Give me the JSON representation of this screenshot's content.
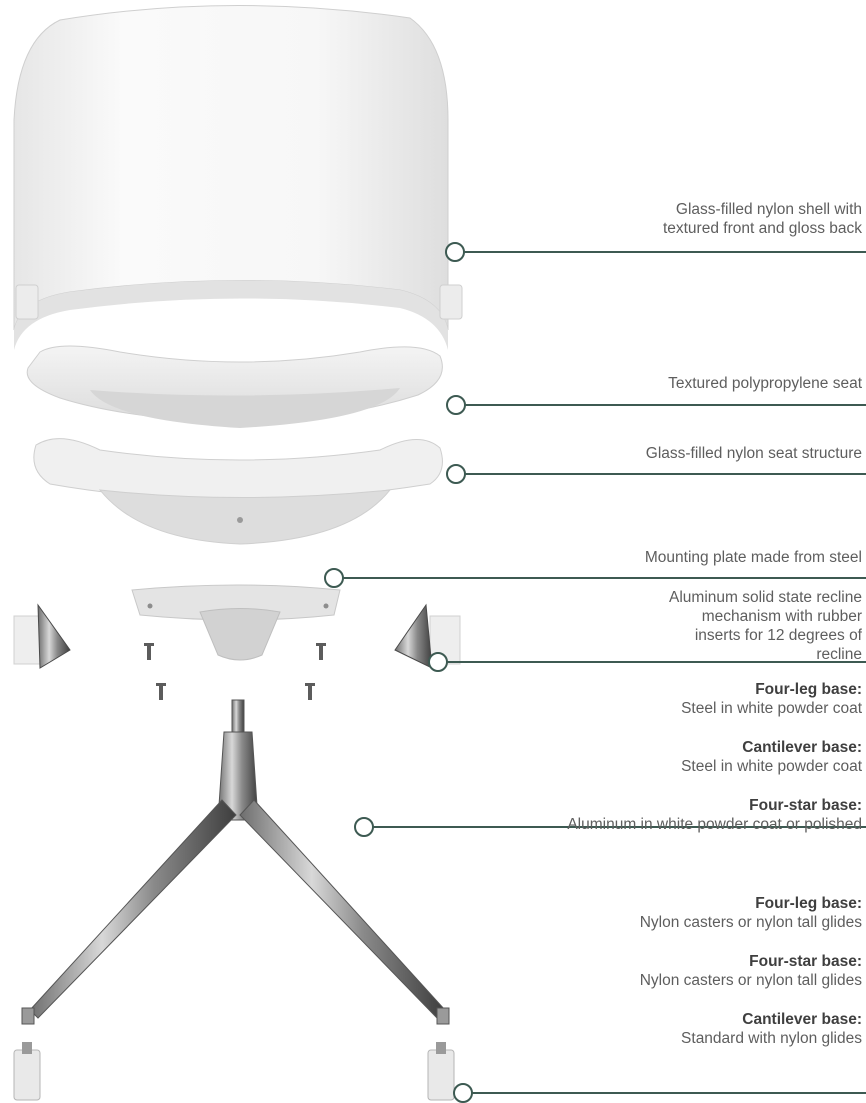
{
  "accent_color": "#3d5a52",
  "callouts": [
    {
      "id": "shell",
      "lines": [
        "Glass-filled nylon shell with",
        "textured front and gloss back"
      ]
    },
    {
      "id": "seat",
      "lines": [
        "Textured polypropylene seat"
      ]
    },
    {
      "id": "seat-structure",
      "lines": [
        "Glass-filled nylon seat structure"
      ]
    },
    {
      "id": "mounting-plate",
      "lines": [
        "Mounting plate made from steel"
      ]
    },
    {
      "id": "recline",
      "lines": [
        "Aluminum solid state recline",
        "mechanism with rubber",
        "inserts for 12 degrees of",
        "recline"
      ]
    }
  ],
  "base_specs": [
    {
      "title": "Four-leg base:",
      "text": "Steel in white powder coat"
    },
    {
      "title": "Cantilever base:",
      "text": "Steel in white powder coat"
    },
    {
      "title": "Four-star base:",
      "text": "Aluminum in white powder coat or polished"
    }
  ],
  "glide_specs": [
    {
      "title": "Four-leg base:",
      "text": "Nylon casters or nylon tall glides"
    },
    {
      "title": "Four-star base:",
      "text": "Nylon casters or nylon tall glides"
    },
    {
      "title": "Cantilever base:",
      "text": "Standard with nylon glides"
    }
  ]
}
